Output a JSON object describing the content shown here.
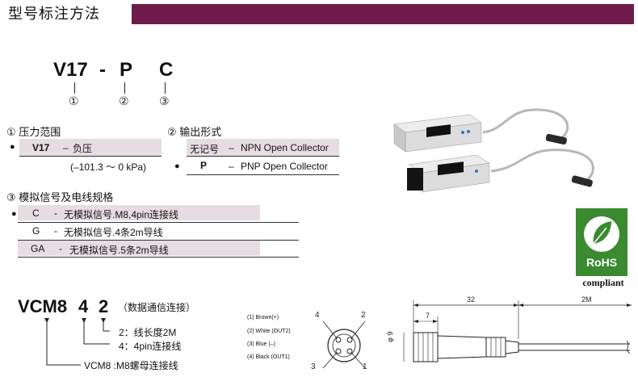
{
  "header": {
    "title": "型号标注方法"
  },
  "model_code": {
    "parts": [
      "V17",
      "-",
      "P",
      "C"
    ],
    "markers": [
      "①",
      "②",
      "③"
    ]
  },
  "section1": {
    "title": "① 压力范围",
    "rows": [
      {
        "bullet": "●",
        "code": "V17",
        "dash": "–",
        "desc": "负压",
        "note": "(–101.3 ～ 0 kPa)"
      }
    ]
  },
  "section2": {
    "title": "② 输出形式",
    "rows": [
      {
        "bullet": "",
        "code": "无记号",
        "dash": "–",
        "desc": "NPN Open Collector"
      },
      {
        "bullet": "●",
        "code": "P",
        "dash": "–",
        "desc": "PNP Open Collector"
      }
    ]
  },
  "section3": {
    "title": "③ 模拟信号及电线规格",
    "rows": [
      {
        "bullet": "●",
        "code": "C",
        "dash": "-",
        "desc": "无模拟信号.M8,4pin连接线"
      },
      {
        "bullet": "",
        "code": "G",
        "dash": "-",
        "desc": "无模拟信号.4条2m导线"
      },
      {
        "bullet": "",
        "code": "GA",
        "dash": "-",
        "desc": "无模拟信号.5条2m导线"
      }
    ]
  },
  "rohs": {
    "label": "RoHS",
    "caption": "compliant"
  },
  "cable_code": {
    "parts": [
      "VCM8",
      "4",
      "2"
    ],
    "desc": "（数据通信连接）",
    "legend": [
      {
        "code": "2",
        "text": "2：线长度2M"
      },
      {
        "code": "4",
        "text": "4：4pin连接线"
      },
      {
        "code": "VCM8",
        "text": "VCM8 :M8螺母连接线"
      }
    ]
  },
  "pinout": {
    "wires": [
      "(1) Brown(+)",
      "(2) White  (OUT2)",
      "(3) Blue (–)",
      "(4) Black  (OUT1)"
    ],
    "pin_numbers": [
      "4",
      "2",
      "3",
      "1"
    ]
  },
  "dimensions": {
    "left": "7",
    "mid": "32",
    "right": "2M",
    "dia": "φ 9"
  },
  "colors": {
    "header_bar": "#6e1b4c",
    "row_shade": "#e6dde3",
    "rohs_green": "#3a8a2f"
  }
}
